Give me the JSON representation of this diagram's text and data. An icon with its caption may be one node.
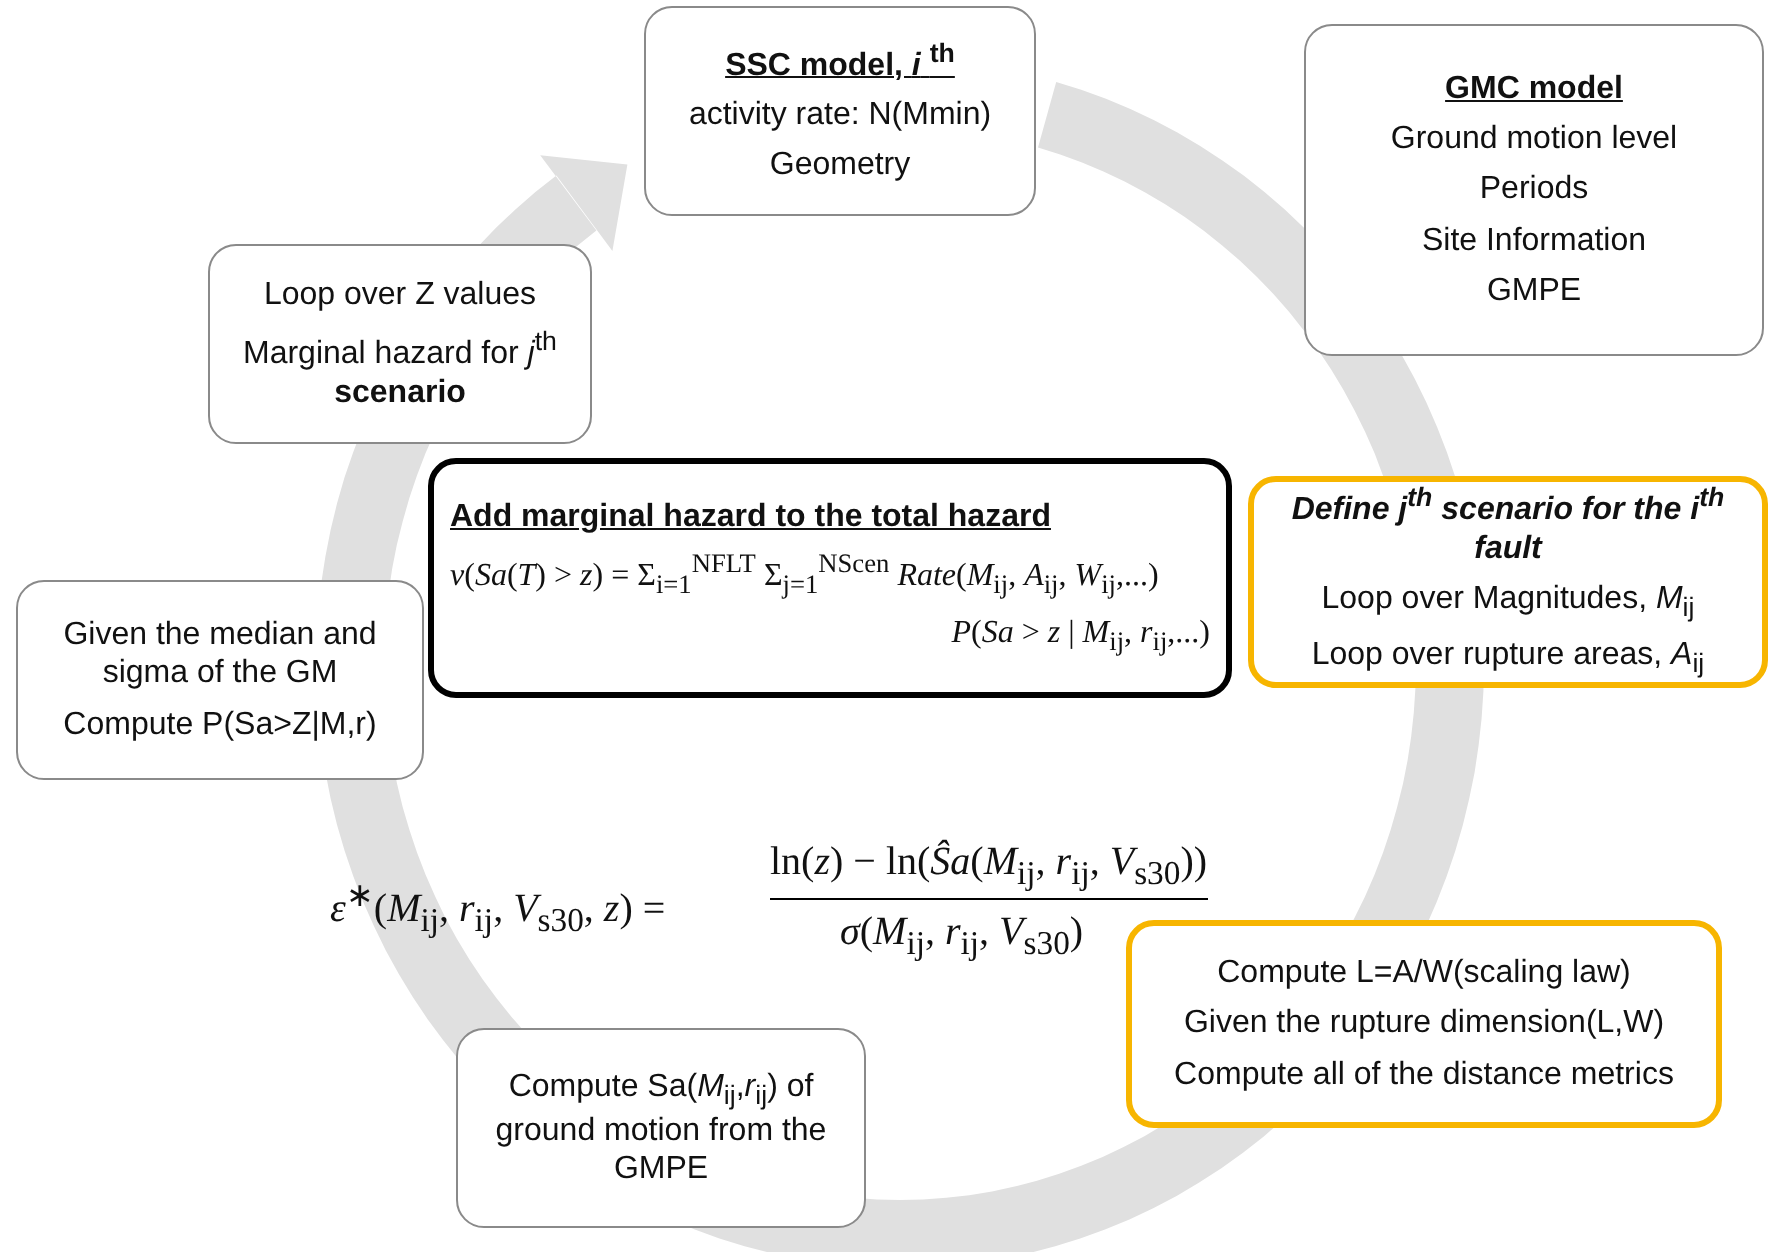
{
  "diagram": {
    "nodes": [
      {
        "text": [
          "SSC model, *i* $^{th}$",
          "activity rate: N(Mmin)",
          "Geometry"
        ]
      },
      {
        "text": [
          "GMC model",
          "Ground motion level",
          "Periods",
          "Site Information",
          "GMPE"
        ]
      },
      {
        "text": [
          "Loop over Z values",
          "Marginal hazard for *j*$^{th}$ **scenario**"
        ]
      },
      {
        "text": [
          "Add marginal hazard to the total hazard",
          "*ν*(*Sa*(*T*) > *z*) = Σ$_{i=1}$$^{NFLT}$ Σ$_{j=1}$$^{NScen}$ *Rate*(*M*$_{ij}$, *A*$_{ij}$, *W*$_{ij}$,...)",
          "*P*(*Sa* > *z* | *M*$_{ij}$, *r*$_{ij}$,...)"
        ]
      },
      {
        "text": [
          "Define j$^{th}$ scenario for the i$^{th}$ fault",
          "Loop over Magnitudes, *M*$_{ij}$",
          "Loop over rupture areas, *A*$_{ij}$"
        ]
      },
      {
        "text": [
          "Given the median and sigma of the GM",
          "Compute P(Sa>Z|M,r)"
        ]
      },
      {
        "text": [
          "Compute L=A/W(scaling law)",
          "Given the rupture dimension(L,W)",
          "Compute all of the distance metrics"
        ]
      },
      {
        "text": [
          "Compute Sa(*M*$_{ij}$,*r*$_{ij}$) of ground motion from the GMPE"
        ]
      }
    ],
    "labels": [
      "*ε*$^{∗}$(*M*$_{ij}$, *r*$_{ij}$, *V*$_{s30}$, *z*) =",
      "ln(*z*) − ln(*Ŝa*(*M*$_{ij}$, *r*$_{ij}$, *V*$_{s30}$))",
      "*σ*(*M*$_{ij}$, *r*$_{ij}$, *V*$_{s30}$)"
    ]
  }
}
